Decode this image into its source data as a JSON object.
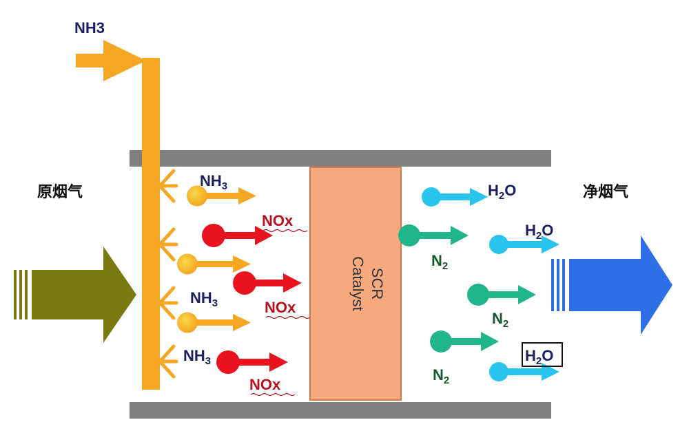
{
  "inlet_label": "原烟气",
  "outlet_label": "净烟气",
  "nh3_feed_label": "NH3",
  "catalyst_label_line1": "SCR",
  "catalyst_label_line2": "Catalyst",
  "molecule_labels": {
    "nh3_base": "NH",
    "nh3_sub": "3",
    "nox": "NOx",
    "h2o_h": "H",
    "h2o_sub": "2",
    "h2o_o": "O",
    "n2_base": "N",
    "n2_sub": "2"
  },
  "colors": {
    "nh3": "#f5a623",
    "nox": "#e8131f",
    "n2": "#20b68a",
    "h2o": "#29c4ee",
    "inlet_arrow": "#7a7a10",
    "outlet_arrow": "#2e6fe6",
    "catalyst_fill": "#f6a97f",
    "duct_wall": "#808080",
    "label_navy": "#1a2060",
    "label_nox": "#b51220",
    "label_n2": "#145a2a"
  }
}
